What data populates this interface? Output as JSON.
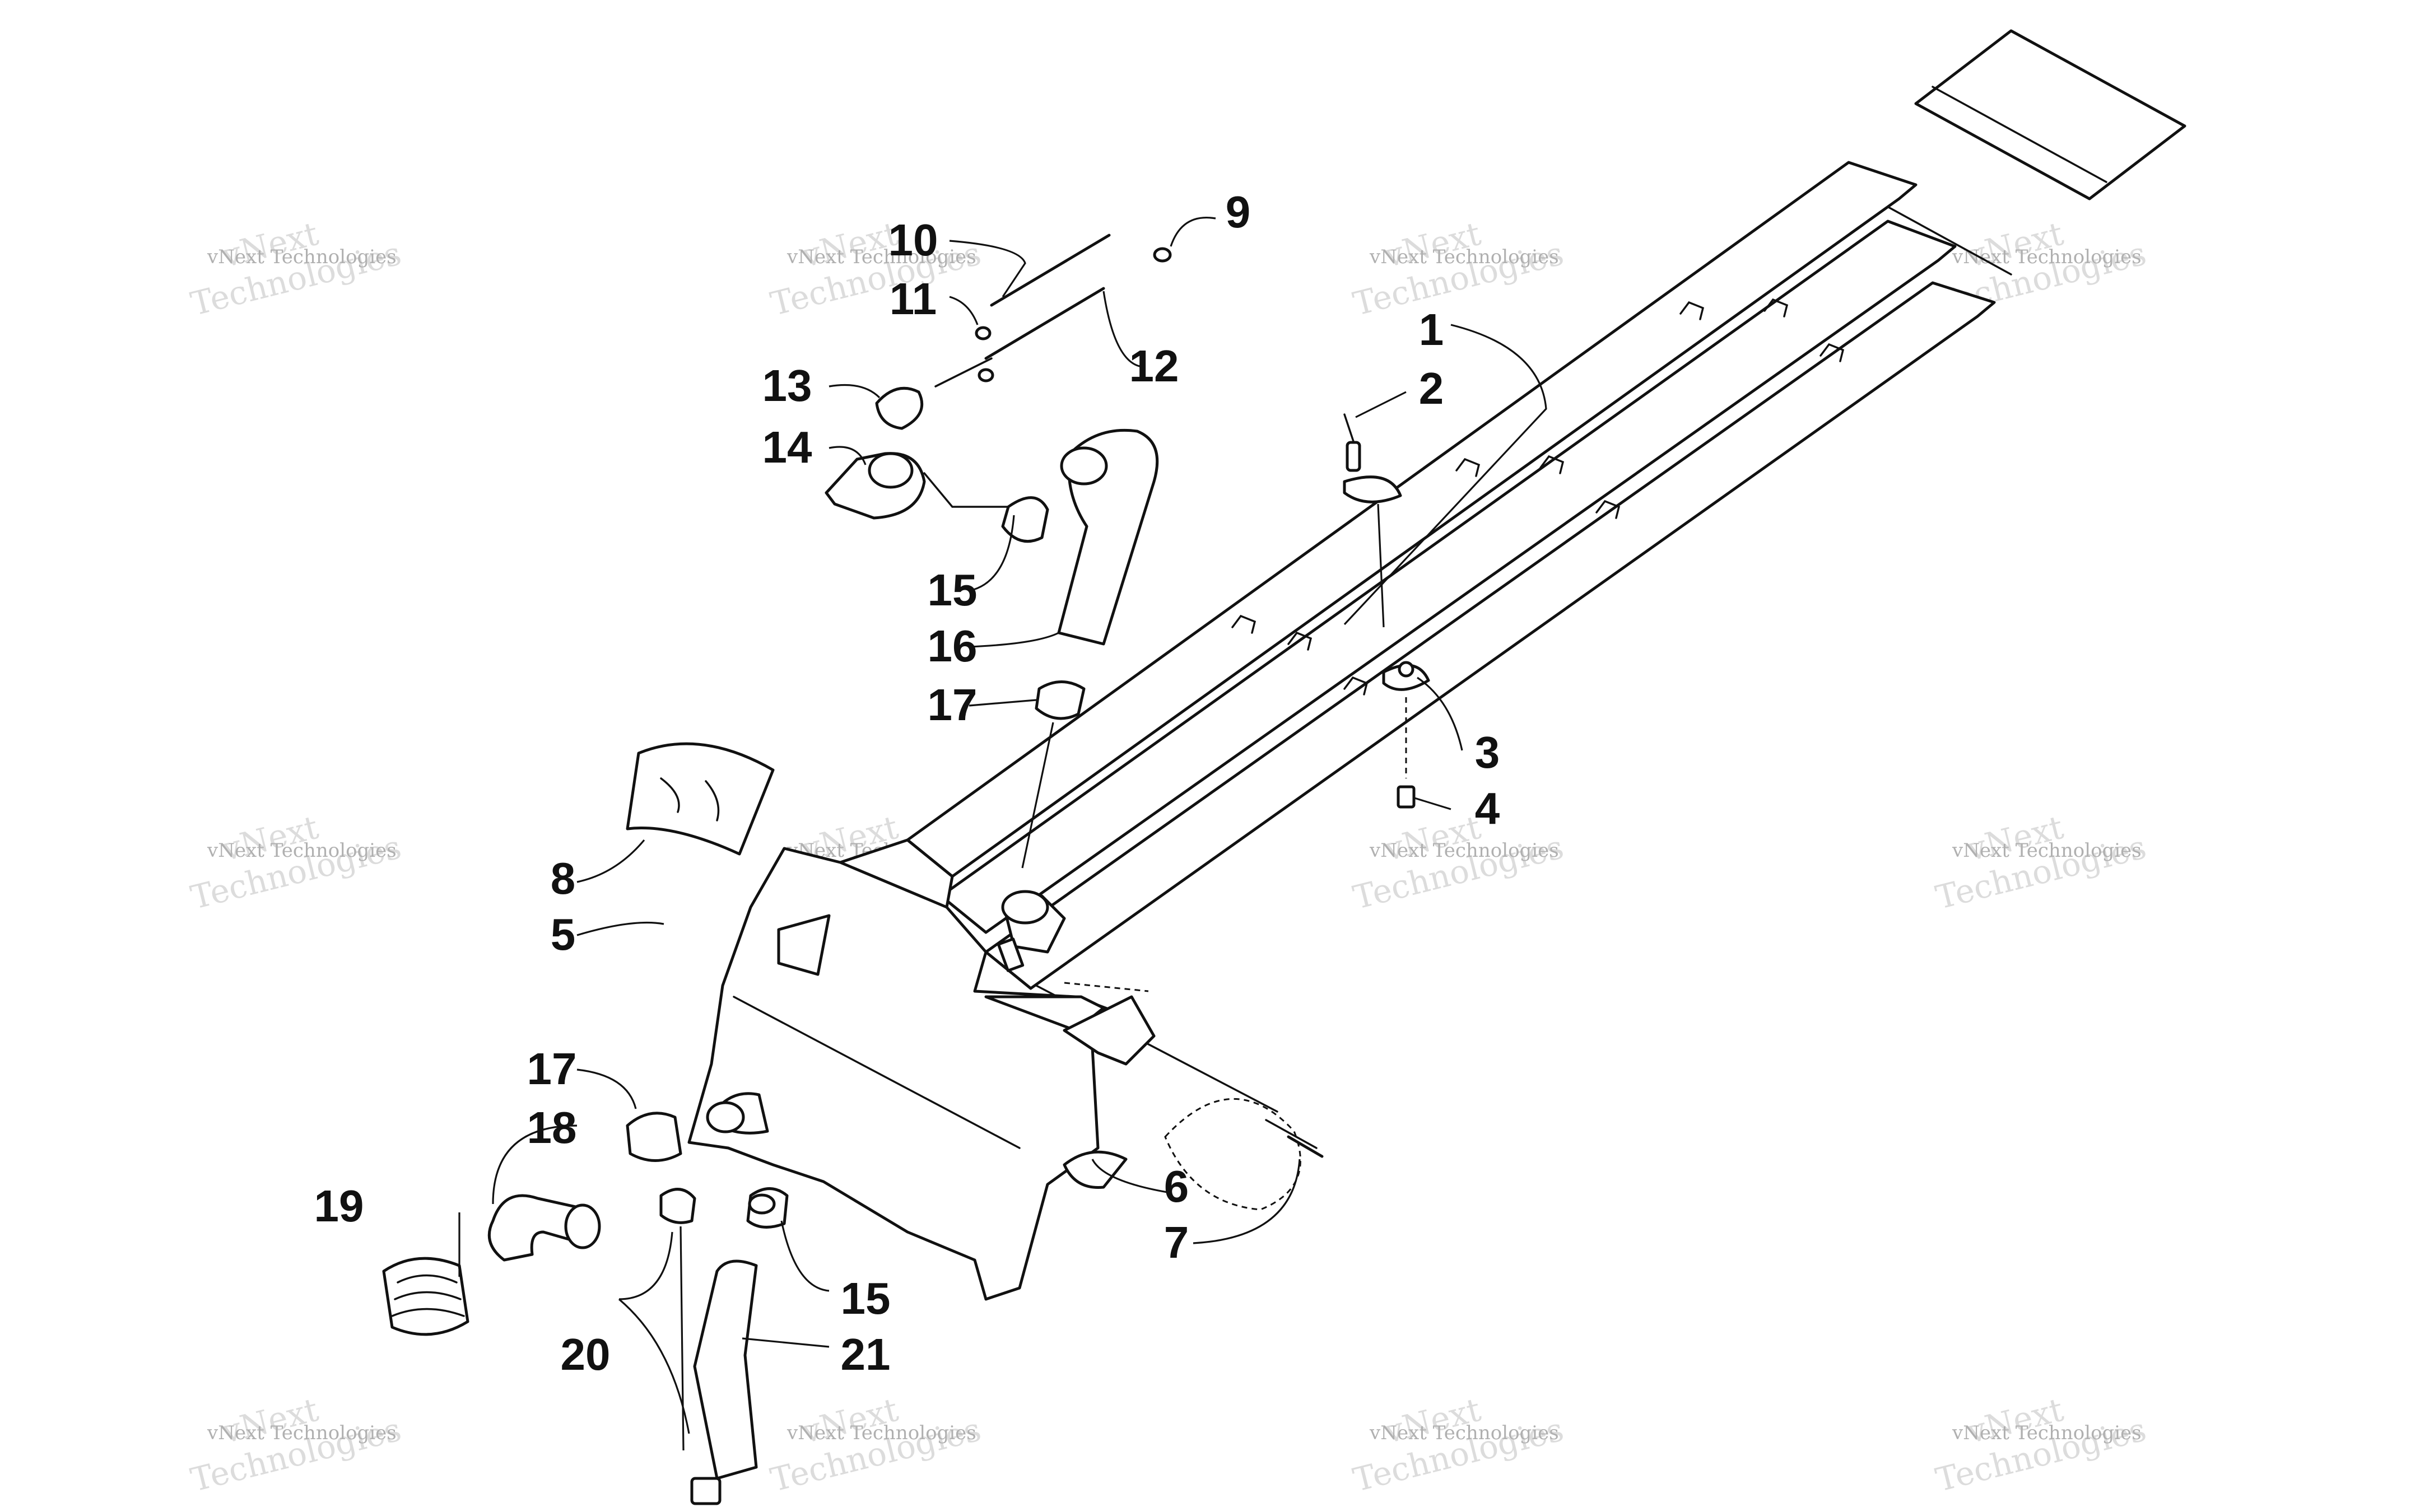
{
  "diagram": {
    "callouts": [
      "1",
      "2",
      "3",
      "4",
      "5",
      "6",
      "7",
      "8",
      "9",
      "10",
      "11",
      "12",
      "13",
      "14",
      "15",
      "15",
      "16",
      "17",
      "17",
      "18",
      "19",
      "20",
      "21"
    ],
    "watermark": {
      "line1": "vNext Technologies",
      "line2": "vNext",
      "line3": "Technologies"
    }
  }
}
